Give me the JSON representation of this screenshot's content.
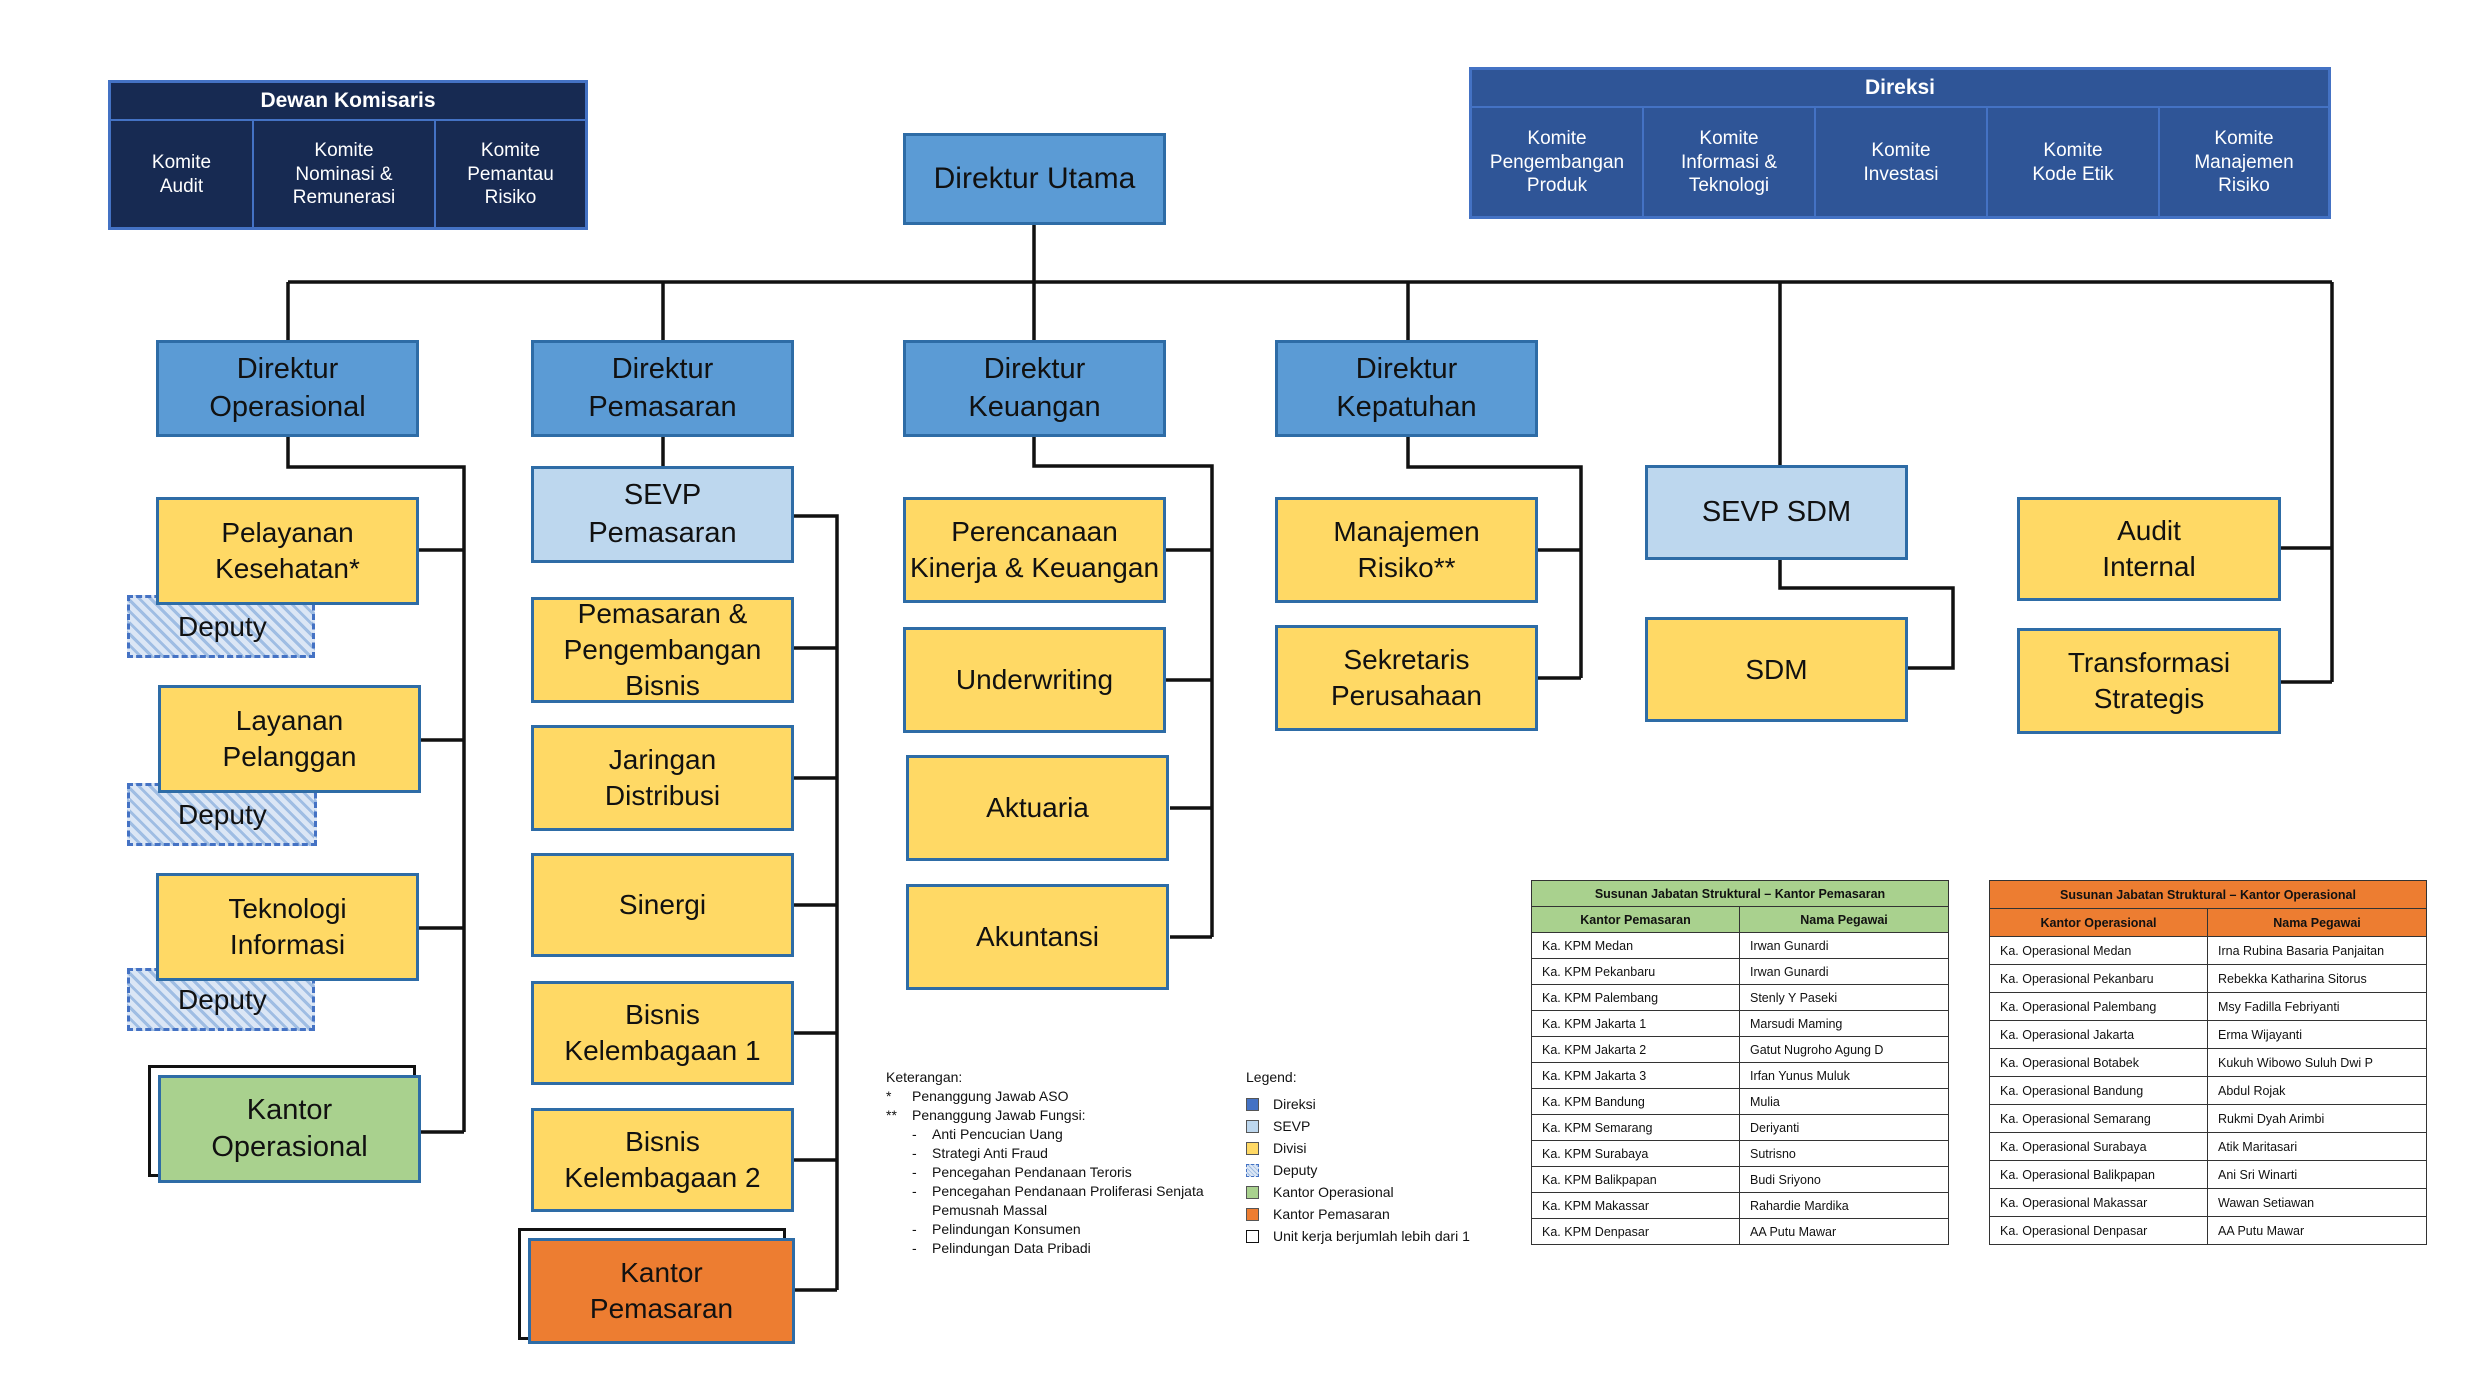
{
  "colors": {
    "navy": "#172a52",
    "blue": "#2f5597",
    "direktur": "#5b9bd5",
    "sevp": "#bdd7ee",
    "divisi": "#ffd965",
    "kantor_operasional": "#a9d18e",
    "kantor_pemasaran": "#ed7d31",
    "table_green": "#a9d18e",
    "table_orange": "#ed7d31"
  },
  "dewan": {
    "title": "Dewan Komisaris",
    "items": [
      "Komite\nAudit",
      "Komite\nNominasi &\nRemunerasi",
      "Komite\nPemantau\nRisiko"
    ]
  },
  "direksi": {
    "title": "Direksi",
    "items": [
      "Komite\nPengembangan\nProduk",
      "Komite\nInformasi &\nTeknologi",
      "Komite\nInvestasi",
      "Komite\nKode Etik",
      "Komite\nManajemen\nRisiko"
    ]
  },
  "direktur_utama": "Direktur Utama",
  "operasional": {
    "head": "Direktur\nOperasional",
    "units": [
      "Pelayanan\nKesehatan*",
      "Layanan\nPelanggan",
      "Teknologi\nInformasi"
    ],
    "deputy": "Deputy",
    "kantor": "Kantor\nOperasional"
  },
  "pemasaran": {
    "head": "Direktur\nPemasaran",
    "sevp": "SEVP\nPemasaran",
    "units": [
      "Pemasaran &\nPengembangan\nBisnis",
      "Jaringan\nDistribusi",
      "Sinergi",
      "Bisnis\nKelembagaan 1",
      "Bisnis\nKelembagaan 2"
    ],
    "kantor": "Kantor\nPemasaran"
  },
  "keuangan": {
    "head": "Direktur\nKeuangan",
    "units": [
      "Perencanaan\nKinerja & Keuangan",
      "Underwriting",
      "Aktuaria",
      "Akuntansi"
    ]
  },
  "kepatuhan": {
    "head": "Direktur\nKepatuhan",
    "units": [
      "Manajemen\nRisiko**",
      "Sekretaris\nPerusahaan"
    ]
  },
  "sdm": {
    "sevp": "SEVP SDM",
    "unit": "SDM"
  },
  "audit": {
    "units": [
      "Audit\nInternal",
      "Transformasi\nStrategis"
    ]
  },
  "keterangan": {
    "title": "Keterangan:",
    "lines": [
      {
        "mark": "*",
        "text": "Penanggung Jawab ASO"
      },
      {
        "mark": "**",
        "text": "Penanggung Jawab Fungsi:"
      }
    ],
    "subitems": [
      "Anti Pencucian Uang",
      "Strategi Anti Fraud",
      "Pencegahan Pendanaan Teroris",
      "Pencegahan Pendanaan Proliferasi Senjata\nPemusnah Massal",
      "Pelindungan Konsumen",
      "Pelindungan Data Pribadi"
    ]
  },
  "legend": {
    "title": "Legend:",
    "items": [
      {
        "label": "Direksi",
        "color": "#4472c4"
      },
      {
        "label": "SEVP",
        "color": "#bdd7ee"
      },
      {
        "label": "Divisi",
        "color": "#ffd965"
      },
      {
        "label": "Deputy",
        "color": "#dbe6f5"
      },
      {
        "label": "Kantor Operasional",
        "color": "#a9d18e"
      },
      {
        "label": "Kantor Pemasaran",
        "color": "#ed7d31"
      },
      {
        "label": "Unit kerja berjumlah lebih dari 1",
        "color": "#ffffff"
      }
    ]
  },
  "table_pemasaran": {
    "title": "Susunan Jabatan Struktural – Kantor Pemasaran",
    "headers": [
      "Kantor Pemasaran",
      "Nama Pegawai"
    ],
    "rows": [
      [
        "Ka. KPM Medan",
        "Irwan Gunardi"
      ],
      [
        "Ka. KPM Pekanbaru",
        "Irwan Gunardi"
      ],
      [
        "Ka. KPM Palembang",
        "Stenly Y Paseki"
      ],
      [
        "Ka. KPM Jakarta 1",
        "Marsudi Maming"
      ],
      [
        "Ka. KPM Jakarta 2",
        "Gatut Nugroho Agung D"
      ],
      [
        "Ka. KPM Jakarta 3",
        "Irfan Yunus Muluk"
      ],
      [
        "Ka. KPM Bandung",
        "Mulia"
      ],
      [
        "Ka. KPM Semarang",
        "Deriyanti"
      ],
      [
        "Ka. KPM Surabaya",
        "Sutrisno"
      ],
      [
        "Ka. KPM Balikpapan",
        "Budi Sriyono"
      ],
      [
        "Ka. KPM Makassar",
        "Rahardie Mardika"
      ],
      [
        "Ka. KPM Denpasar",
        "AA Putu Mawar"
      ]
    ]
  },
  "table_operasional": {
    "title": "Susunan Jabatan Struktural – Kantor Operasional",
    "headers": [
      "Kantor Operasional",
      "Nama Pegawai"
    ],
    "rows": [
      [
        "Ka. Operasional Medan",
        "Irna Rubina Basaria Panjaitan"
      ],
      [
        "Ka. Operasional Pekanbaru",
        "Rebekka Katharina Sitorus"
      ],
      [
        "Ka. Operasional Palembang",
        "Msy Fadilla Febriyanti"
      ],
      [
        "Ka. Operasional Jakarta",
        "Erma Wijayanti"
      ],
      [
        "Ka. Operasional Botabek",
        "Kukuh Wibowo Suluh Dwi P"
      ],
      [
        "Ka. Operasional Bandung",
        "Abdul Rojak"
      ],
      [
        "Ka. Operasional Semarang",
        "Rukmi Dyah Arimbi"
      ],
      [
        "Ka. Operasional Surabaya",
        "Atik Maritasari"
      ],
      [
        "Ka. Operasional Balikpapan",
        "Ani Sri Winarti"
      ],
      [
        "Ka. Operasional Makassar",
        "Wawan Setiawan"
      ],
      [
        "Ka. Operasional Denpasar",
        "AA Putu Mawar"
      ]
    ]
  }
}
